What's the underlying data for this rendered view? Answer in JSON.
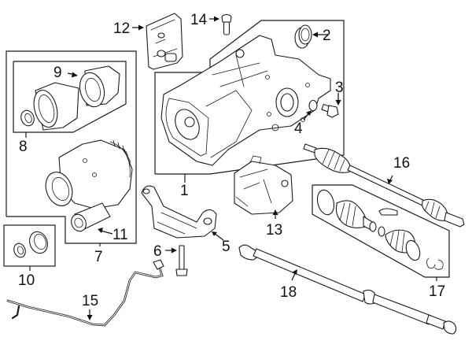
{
  "diagram": {
    "subject": "Rear differential / drive axle components",
    "colors": {
      "line": "#1a1a1a",
      "background": "#ffffff"
    },
    "callouts": [
      {
        "id": 1,
        "label": "1",
        "part": "differential-housing"
      },
      {
        "id": 2,
        "label": "2",
        "part": "axle-seal"
      },
      {
        "id": 3,
        "label": "3",
        "part": "drain-plug"
      },
      {
        "id": 4,
        "label": "4",
        "part": "plug-gasket"
      },
      {
        "id": 5,
        "label": "5",
        "part": "mount-bracket"
      },
      {
        "id": 6,
        "label": "6",
        "part": "bracket-bolt"
      },
      {
        "id": 7,
        "label": "7",
        "part": "coupling-assembly"
      },
      {
        "id": 8,
        "label": "8",
        "part": "coupling-seal-kit"
      },
      {
        "id": 9,
        "label": "9",
        "part": "flange"
      },
      {
        "id": 10,
        "label": "10",
        "part": "seal-kit"
      },
      {
        "id": 11,
        "label": "11",
        "part": "actuator-motor"
      },
      {
        "id": 12,
        "label": "12",
        "part": "control-module-bracket"
      },
      {
        "id": 13,
        "label": "13",
        "part": "control-module"
      },
      {
        "id": 14,
        "label": "14",
        "part": "vent"
      },
      {
        "id": 15,
        "label": "15",
        "part": "wiring-harness"
      },
      {
        "id": 16,
        "label": "16",
        "part": "axle-shaft"
      },
      {
        "id": 17,
        "label": "17",
        "part": "cv-boot-kit"
      },
      {
        "id": 18,
        "label": "18",
        "part": "drive-shaft"
      }
    ]
  }
}
